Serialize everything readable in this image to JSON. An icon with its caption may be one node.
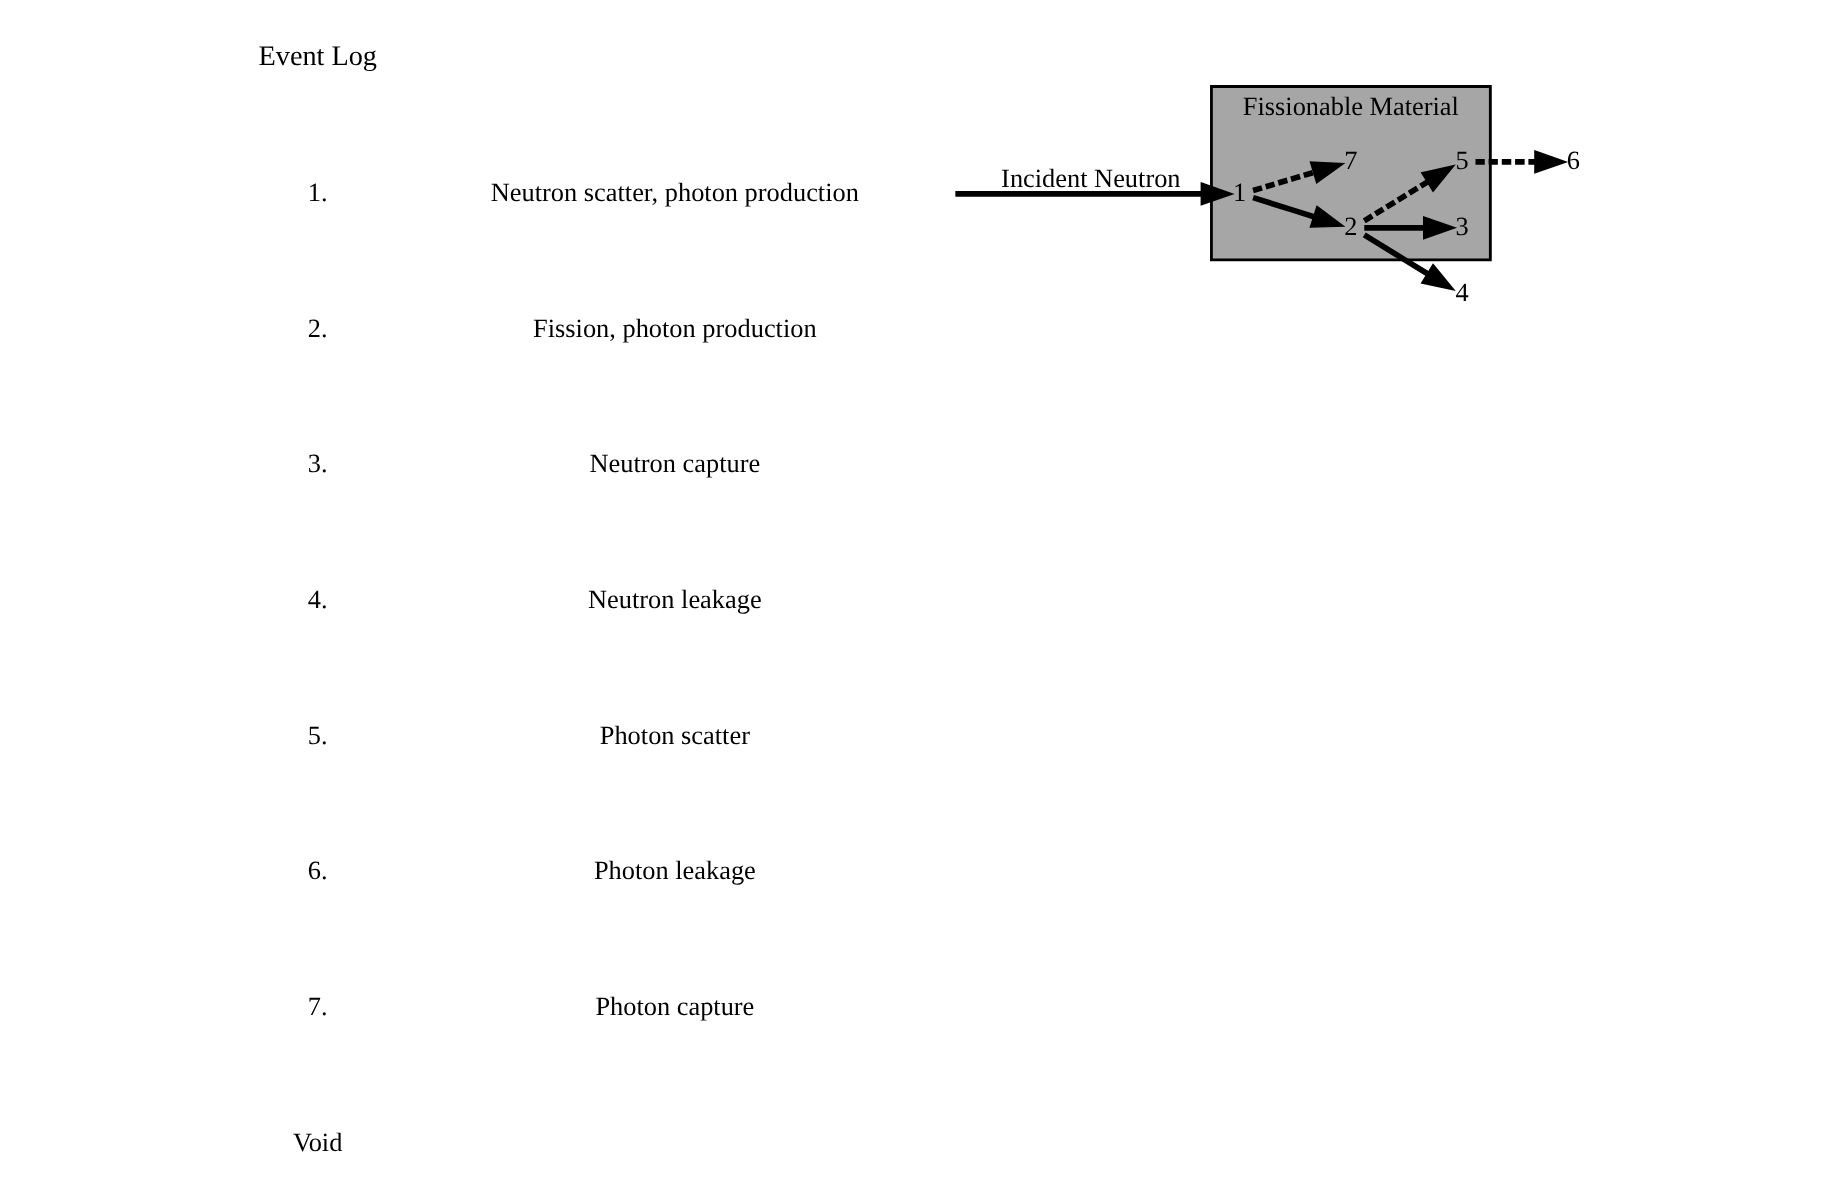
{
  "diagram": {
    "nodes": [
      {
        "text": [
          "Fissionable Material"
        ]
      },
      {
        "text": [
          "1"
        ],
        "in": 0
      },
      {
        "text": [
          "2"
        ],
        "in": 0
      },
      {
        "text": [
          "3"
        ],
        "in": 0
      },
      {
        "text": [
          "4"
        ]
      },
      {
        "text": [
          "5"
        ],
        "in": 0
      },
      {
        "text": [
          "6"
        ]
      },
      {
        "text": [
          "7"
        ],
        "in": 0
      }
    ],
    "edges": [
      {
        "from": null,
        "to": 1,
        "arrow": "to",
        "label": "Incident Neutron"
      },
      {
        "from": 1,
        "to": 2,
        "arrow": "to"
      },
      {
        "from": 2,
        "to": 3,
        "arrow": "to"
      },
      {
        "from": 2,
        "to": 4,
        "arrow": "to"
      },
      {
        "from": 2,
        "to": 5,
        "arrow": "to",
        "style": "dashed"
      },
      {
        "from": 5,
        "to": 6,
        "arrow": "to",
        "style": "dashed"
      },
      {
        "from": 1,
        "to": 7,
        "arrow": "to",
        "style": "dashed"
      }
    ],
    "labels": [
      "Event Log",
      "1.",
      "Neutron scatter, photon production",
      "2.",
      "Fission, photon production",
      "3.",
      "Neutron capture",
      "4.",
      "Neutron leakage",
      "5.",
      "Photon scatter",
      "6.",
      "Photon leakage",
      "7.",
      "Photon capture",
      "Void"
    ]
  }
}
